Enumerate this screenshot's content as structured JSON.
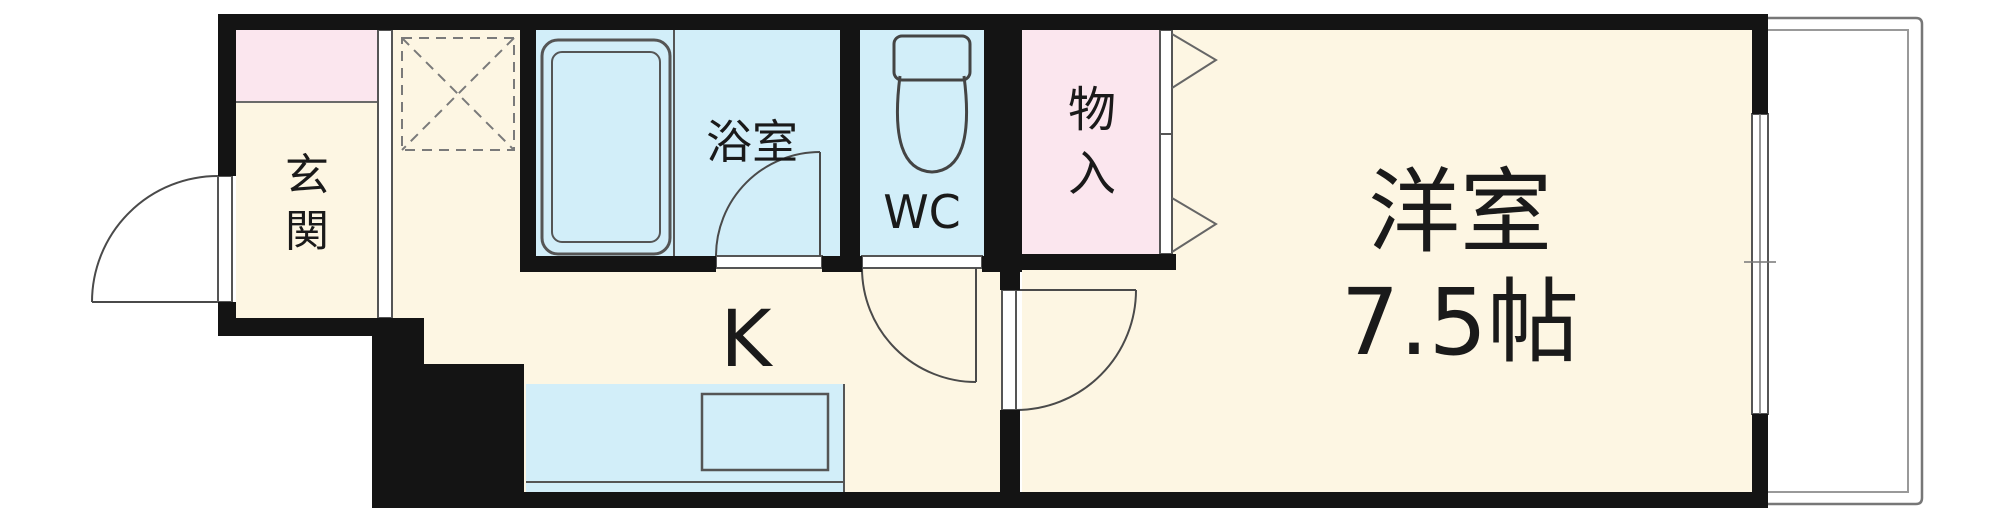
{
  "rooms": {
    "entrance": {
      "label_top": "玄",
      "label_bottom": "関"
    },
    "bathroom": {
      "label": "浴室"
    },
    "toilet": {
      "label": "WC"
    },
    "storage": {
      "label_top": "物",
      "label_bottom": "入"
    },
    "western_room": {
      "label": "洋室",
      "size": "7.5帖"
    },
    "kitchen": {
      "label": "K"
    }
  },
  "colors": {
    "floor": "#fdf6e3",
    "wet_area": "#d2eef9",
    "storage": "#fbe6ee",
    "entrance_shoe": "#fbe6ee",
    "wall": "#141414"
  }
}
